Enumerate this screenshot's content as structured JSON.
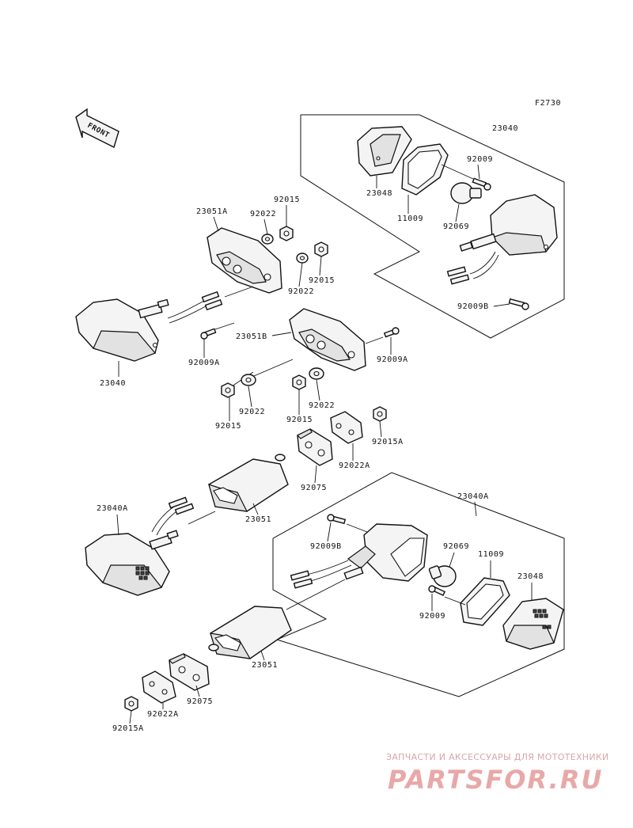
{
  "figure_code": "F2730",
  "front_label": "FRONT",
  "parts": {
    "p23040_top": "23040",
    "p23048_top": "23048",
    "p92009_top": "92009",
    "p11009_top": "11009",
    "p92069_top": "92069",
    "p92009B_top": "92009B",
    "p23051A": "23051A",
    "p92015_a": "92015",
    "p92022_a": "92022",
    "p92015_b": "92015",
    "p92022_b": "92022",
    "p23040_left": "23040",
    "p92009A_left": "92009A",
    "p23051B": "23051B",
    "p92009A_right": "92009A",
    "p92015_c": "92015",
    "p92022_c": "92022",
    "p92015_d": "92015",
    "p92022_d": "92022",
    "p92015A_a": "92015A",
    "p92022A_a": "92022A",
    "p92075_a": "92075",
    "p23040A_left": "23040A",
    "p23051_a": "23051",
    "p23040A_right": "23040A",
    "p92009B_bottom": "92009B",
    "p92069_bottom": "92069",
    "p11009_bottom": "11009",
    "p23048_bottom": "23048",
    "p92009_bottom": "92009",
    "p23051_b": "23051",
    "p92075_b": "92075",
    "p92022A_b": "92022A",
    "p92015A_b": "92015A"
  },
  "watermark": {
    "line1": "ЗАПЧАСТИ И АКСЕССУАРЫ ДЛЯ МОТОТЕХНИКИ",
    "line2": "PARTSFOR.RU"
  }
}
